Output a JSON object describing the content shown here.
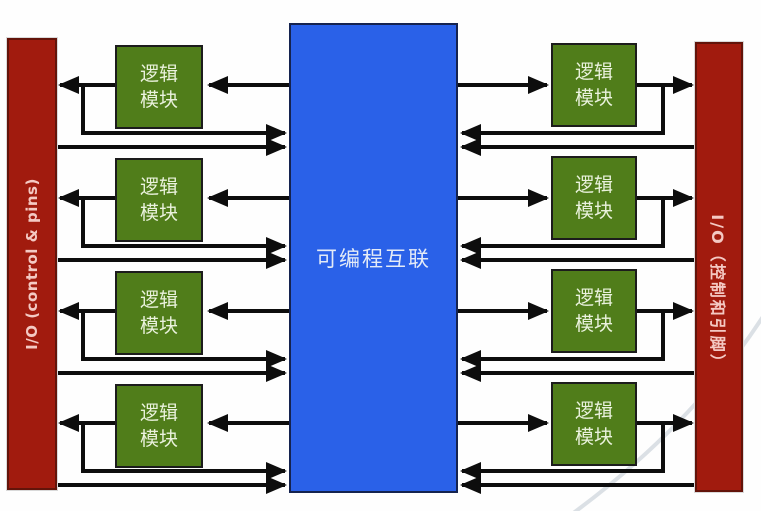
{
  "diagram": {
    "left_io_label": "I/O (control & pins)",
    "right_io_label": "I/O（控制和引脚）",
    "interconnect_label": "可编程互联",
    "logic_block_line1": "逻辑",
    "logic_block_line2": "模块",
    "colors": {
      "io_bar": "#a11b0e",
      "logic_block": "#507d1a",
      "interconnect": "#2a61e8",
      "wire": "#0d0d0d"
    }
  }
}
